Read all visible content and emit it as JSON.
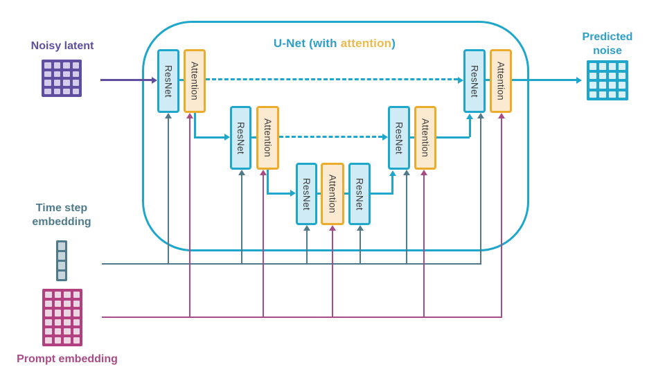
{
  "diagram": {
    "title": {
      "pre": "U-Net (with ",
      "highlight": "attention",
      "post": ")"
    },
    "block_labels": {
      "resnet": "ResNet",
      "attention": "Attention"
    },
    "inputs": {
      "noisy_latent": "Noisy latent",
      "time_step_embedding": "Time step embedding",
      "prompt_embedding": "Prompt embedding"
    },
    "output": {
      "predicted_noise": "Predicted noise"
    },
    "icons": {
      "noisy_latent_grid": "4x4-grid-icon",
      "predicted_noise_grid": "4x4-grid-icon",
      "time_step_vector": "4x1-vector-icon",
      "prompt_embedding_grid": "6x4-grid-icon"
    },
    "colors": {
      "teal": "#1FA6CB",
      "teal_light": "#CFECF6",
      "gold": "#EBAC2C",
      "gold_light": "#FBEAD0",
      "purple": "#5F4DA0",
      "purple_light": "#D3CCEA",
      "slate": "#4F7A8C",
      "slate_light": "#C6D6DC",
      "magenta": "#A94B86",
      "magenta_border": "#B23F80",
      "magenta_light": "#EDD6E4",
      "title_blue": "#2D9FC8",
      "title_gold": "#E9BA4D",
      "block_text": "#3B3B3B"
    }
  }
}
